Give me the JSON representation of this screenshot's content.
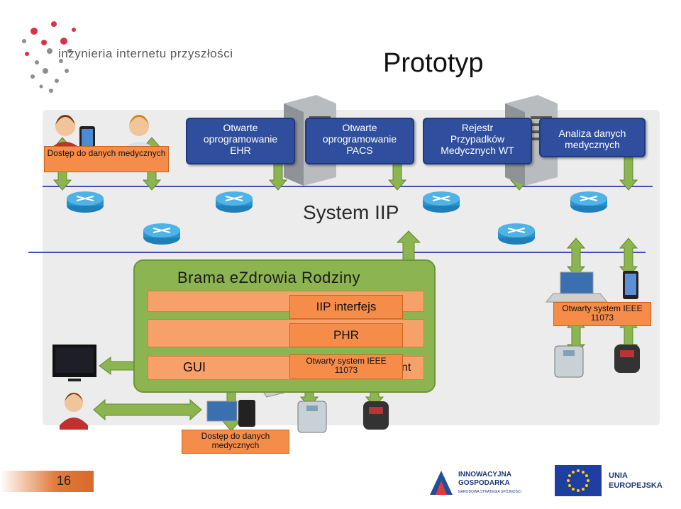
{
  "header": {
    "title": "Prototyp",
    "logo_text": "inżynieria internetu przyszłości"
  },
  "top_boxes": {
    "patient_access": "Dostęp do danych medycznych",
    "ehr": [
      "Otwarte",
      "oprogramowanie",
      "EHR"
    ],
    "pacs": [
      "Otwarte",
      "oprogramowanie",
      "PACS"
    ],
    "registry": [
      "Rejestr",
      "Przypadków",
      "Medycznych WT"
    ],
    "analysis": [
      "Analiza danych",
      "medycznych"
    ]
  },
  "network": {
    "label": "System IIP"
  },
  "gateway": {
    "title": "Brama eZdrowia Rodziny",
    "iip_interface": "IIP interfejs",
    "phr": "PHR",
    "gui": "GUI",
    "ieee_inner": [
      "Otwarty system IEEE",
      "11073"
    ],
    "partial_right": "nt"
  },
  "right_devices": {
    "ieee_label": [
      "Otwarty system IEEE",
      "11073"
    ]
  },
  "bottom": {
    "access_label": [
      "Dostęp do danych",
      "medycznych"
    ]
  },
  "footer": {
    "page_number": "16",
    "logo_left": [
      "INNOWACYJNA",
      "GOSPODARKA",
      "NARODOWA STRATEGIA SPÓJNOŚCI"
    ],
    "logo_right": [
      "UNIA",
      "EUROPEJSKA"
    ]
  },
  "colors": {
    "arrow_green": "#8cb450",
    "network_line": "#3d50b8",
    "box_blue": "#2f4f9e",
    "box_orange": "#f58c4a"
  }
}
